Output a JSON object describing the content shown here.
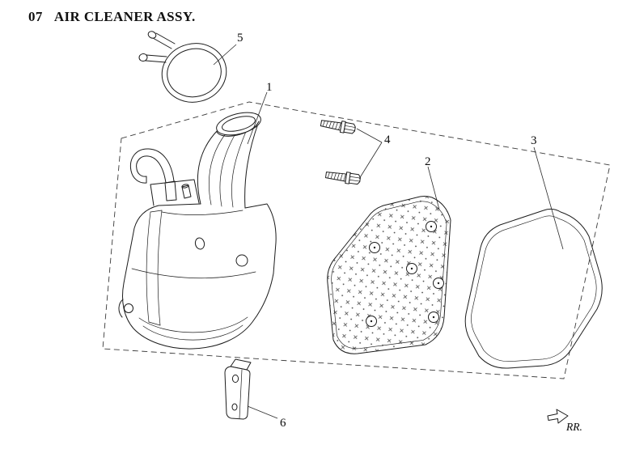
{
  "header": {
    "section_number": "07",
    "title": "AIR CLEANER ASSY."
  },
  "diagram": {
    "callouts": [
      "1",
      "2",
      "3",
      "4",
      "5",
      "6"
    ],
    "rear_marker": "RR.",
    "line_color": "#1c1c1c",
    "background_color": "#ffffff"
  }
}
